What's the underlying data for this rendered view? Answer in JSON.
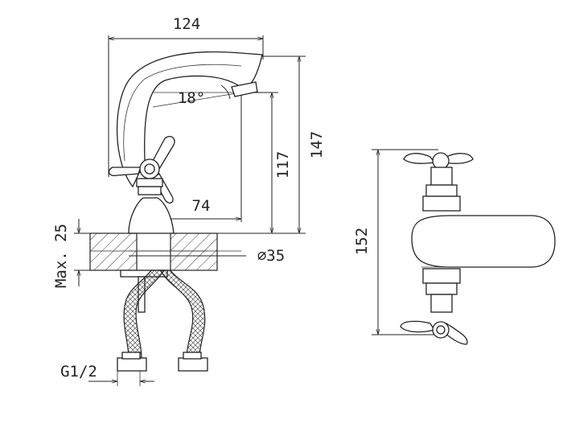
{
  "dimensions": {
    "width_124": "124",
    "height_147": "147",
    "height_117": "117",
    "reach_74": "74",
    "angle_18": "18°",
    "max_25": "Max. 25",
    "dia_35": "∅35",
    "thread": "G1/2",
    "height_152": "152"
  },
  "colors": {
    "line": "#222222",
    "background": "#ffffff"
  }
}
